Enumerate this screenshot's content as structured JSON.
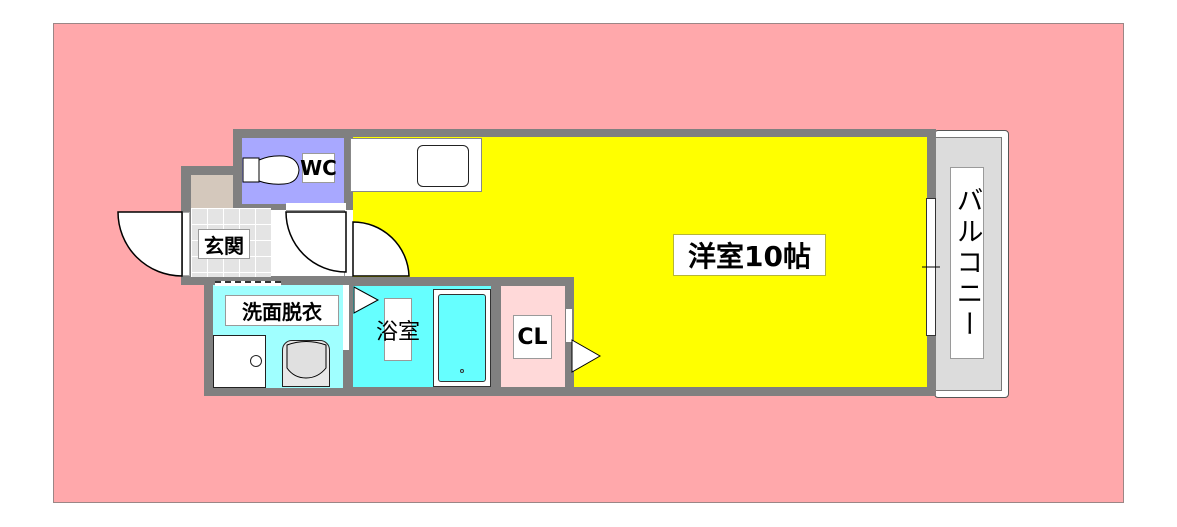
{
  "floorplan": {
    "colors": {
      "background_plot": "#ffa8ab",
      "wall": "#808080",
      "western_room": "#ffff00",
      "wc": "#a8a8ff",
      "bathroom": "#66ffff",
      "washroom": "#a0ffff",
      "closet": "#ffd9d9",
      "entrance": "#e4e4e4",
      "shoe_box": "#d4c8bc",
      "balcony": "#dcdcdc"
    },
    "rooms": {
      "western_room": {
        "label": "洋室10帖"
      },
      "wc": {
        "label": "WC"
      },
      "entrance": {
        "label": "玄関"
      },
      "washroom": {
        "label": "洗面脱衣"
      },
      "bathroom": {
        "label": "浴室"
      },
      "closet": {
        "label": "CL"
      },
      "balcony": {
        "label": "バルコニー"
      }
    }
  }
}
